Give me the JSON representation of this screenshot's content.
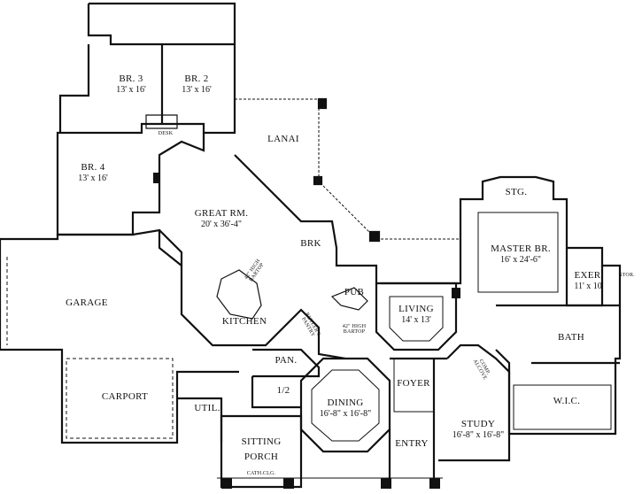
{
  "rooms": {
    "br3": {
      "name": "BR. 3",
      "dim": "13' x 16'"
    },
    "br2": {
      "name": "BR. 2",
      "dim": "13' x 16'"
    },
    "br4": {
      "name": "BR. 4",
      "dim": "13' x 16'"
    },
    "desk": {
      "name": "DESK"
    },
    "lanai": {
      "name": "LANAI"
    },
    "stg": {
      "name": "STG."
    },
    "master": {
      "name": "MASTER BR.",
      "dim": "16' x 24'-6\""
    },
    "great": {
      "name": "GREAT RM.",
      "dim": "20' x 36'-4\""
    },
    "brk": {
      "name": "BRK"
    },
    "bartop1": {
      "name": "42\" HIGH",
      "sub": "BARTOP"
    },
    "exer": {
      "name": "EXER.",
      "dim": "11' x 10'"
    },
    "stor": {
      "name": "STOR."
    },
    "garage": {
      "name": "GARAGE"
    },
    "pub": {
      "name": "PUB"
    },
    "living": {
      "name": "LIVING",
      "dim": "14' x 13'"
    },
    "kitchen": {
      "name": "KITCHEN"
    },
    "butler": {
      "name": "BUTLER'S",
      "sub": "PANTRY"
    },
    "bartop2": {
      "name": "42\" HIGH",
      "sub": "BARTOP"
    },
    "bath": {
      "name": "BATH"
    },
    "pan": {
      "name": "PAN."
    },
    "comp": {
      "name": "COMP.",
      "sub": "ALCOVE"
    },
    "carport": {
      "name": "CARPORT"
    },
    "half": {
      "name": "1/2"
    },
    "dining": {
      "name": "DINING",
      "dim": "16'-8\" x 16'-8\""
    },
    "foyer": {
      "name": "FOYER"
    },
    "wic": {
      "name": "W.I.C."
    },
    "util": {
      "name": "UTIL."
    },
    "study": {
      "name": "STUDY",
      "dim": "16'-8\" x 16'-8\""
    },
    "sitting": {
      "name": "SITTING",
      "sub": "PORCH",
      "note": "CATH.CLG."
    },
    "entry": {
      "name": "ENTRY"
    }
  }
}
